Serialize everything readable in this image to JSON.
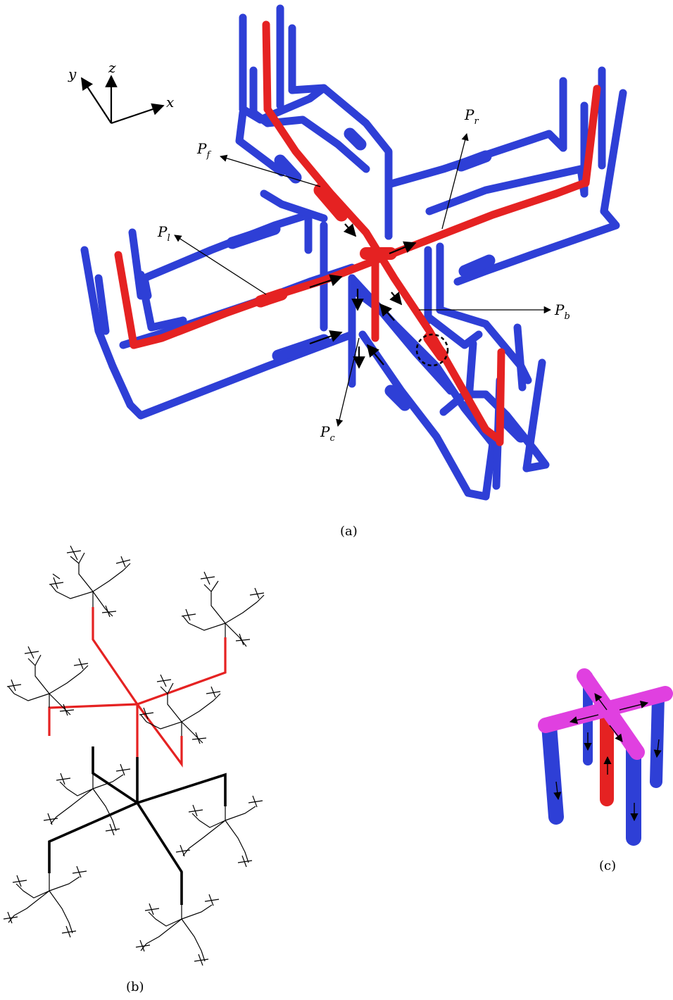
{
  "axes": {
    "x": "x",
    "y": "y",
    "z": "z"
  },
  "labels": {
    "pf": {
      "main": "P",
      "sub": "f"
    },
    "pr": {
      "main": "P",
      "sub": "r"
    },
    "pl": {
      "main": "P",
      "sub": "l"
    },
    "pb": {
      "main": "P",
      "sub": "b"
    },
    "pc": {
      "main": "P",
      "sub": "c"
    }
  },
  "captions": {
    "a": "(a)",
    "b": "(b)",
    "c": "(c)"
  },
  "colors": {
    "blue": "#2e3fd6",
    "red": "#e52222",
    "magenta": "#e040e0",
    "black": "#000000"
  }
}
